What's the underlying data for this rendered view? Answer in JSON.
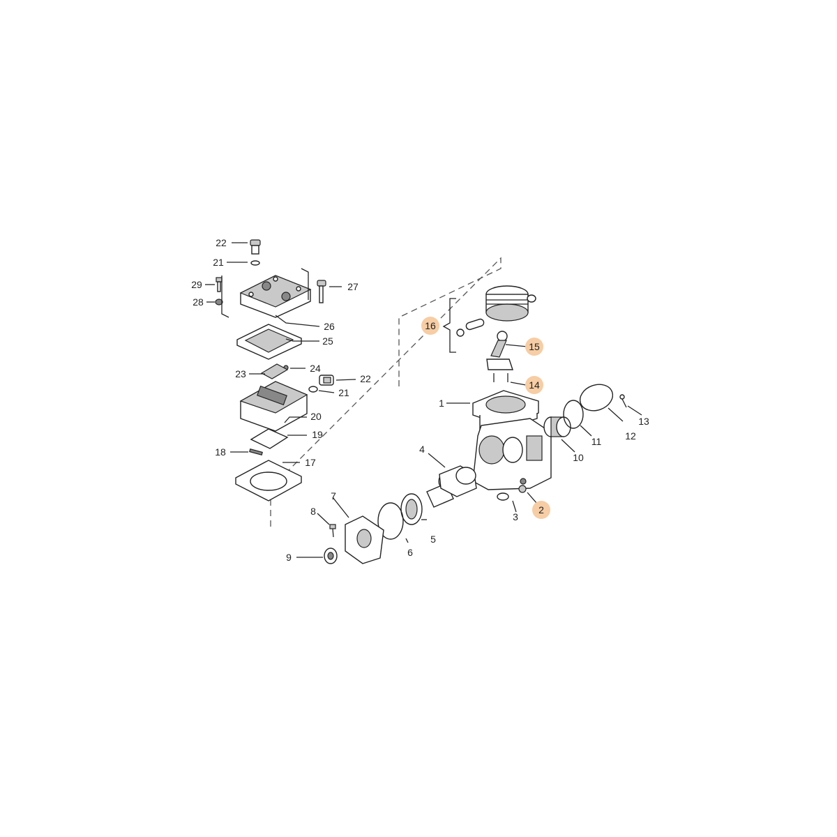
{
  "callouts": {
    "c1": "1",
    "c2": "2",
    "c3": "3",
    "c4": "4",
    "c5": "5",
    "c6": "6",
    "c7": "7",
    "c8": "8",
    "c9": "9",
    "c10": "10",
    "c11": "11",
    "c12": "12",
    "c13": "13",
    "c14": "14",
    "c15": "15",
    "c16": "16",
    "c17": "17",
    "c18": "18",
    "c19": "19",
    "c20": "20",
    "c21a": "21",
    "c21b": "21",
    "c22a": "22",
    "c22b": "22",
    "c23": "23",
    "c24": "24",
    "c25": "25",
    "c26": "26",
    "c27": "27",
    "c28": "28",
    "c29": "29"
  },
  "colors": {
    "highlight": "#f6cda4",
    "ink": "#222222",
    "background": "#ffffff"
  }
}
